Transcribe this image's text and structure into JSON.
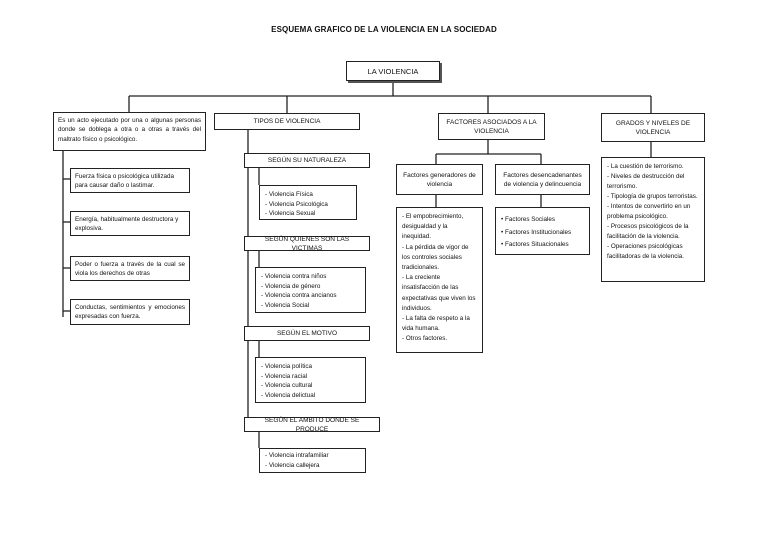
{
  "title": "ESQUEMA GRAFICO DE LA VIOLENCIA EN LA SOCIEDAD",
  "root": "LA VIOLENCIA",
  "definition": {
    "main": "Es un acto ejecutado por una o algunas personas donde se doblega a otra o a otras a través del maltrato físico o psicológico.",
    "items": [
      "Fuerza física o psicológica utilizada para causar daño o lastimar.",
      "Energía, habitualmente destructora y explosiva.",
      "Poder o fuerza a través de la cual se viola los derechos de otras",
      "Conductas, sentimientos y emociones expresadas con fuerza."
    ]
  },
  "tipos": {
    "heading": "TIPOS DE VIOLENCIA",
    "groups": [
      {
        "label": "SEGÚN SU NATURALEZA",
        "items": [
          "Violencia Física",
          "Violencia Psicológica",
          "Violencia Sexual"
        ]
      },
      {
        "label": "SEGÚN QUIENES SON LAS VICTIMAS",
        "items": [
          "Violencia contra niños",
          "Violencia de género",
          "Violencia contra ancianos",
          "Violencia Social"
        ]
      },
      {
        "label": "SEGÚN EL MOTIVO",
        "items": [
          "Violencia política",
          "Violencia racial",
          "Violencia cultural",
          "Violencia delictual"
        ]
      },
      {
        "label": "SEGÚN EL AMBITO DONDE SE PRODUCE",
        "items": [
          "Violencia intrafamiliar",
          "Violencia callejera"
        ]
      }
    ]
  },
  "factores": {
    "heading": "FACTORES ASOCIADOS A LA VIOLENCIA",
    "generadores": {
      "label": "Factores generadores de violencia",
      "items": [
        "El empobrecimiento, desigualdad y la inequidad.",
        "La pérdida de vigor de los controles sociales tradicionales.",
        "La creciente insatisfacción de las expectativas que viven los individuos.",
        "La falta de respeto a la vida humana.",
        "Otros factores."
      ]
    },
    "desencadenantes": {
      "label": "Factores desencadenantes de violencia y delincuencia",
      "items": [
        "Factores Sociales",
        "Factores Institucionales",
        "Factores Situacionales"
      ]
    }
  },
  "grados": {
    "heading": "GRADOS Y NIVELES DE VIOLENCIA",
    "items": [
      "La cuestión de terrorismo.",
      "Niveles de destrucción del terrorismo.",
      "Tipología de grupos terroristas.",
      "Intentos de convertirlo en un problema psicológico.",
      "Procesos psicológicos de la facilitación de la violencia.",
      "Operaciones psicológicas facilitadoras de la violencia."
    ]
  }
}
